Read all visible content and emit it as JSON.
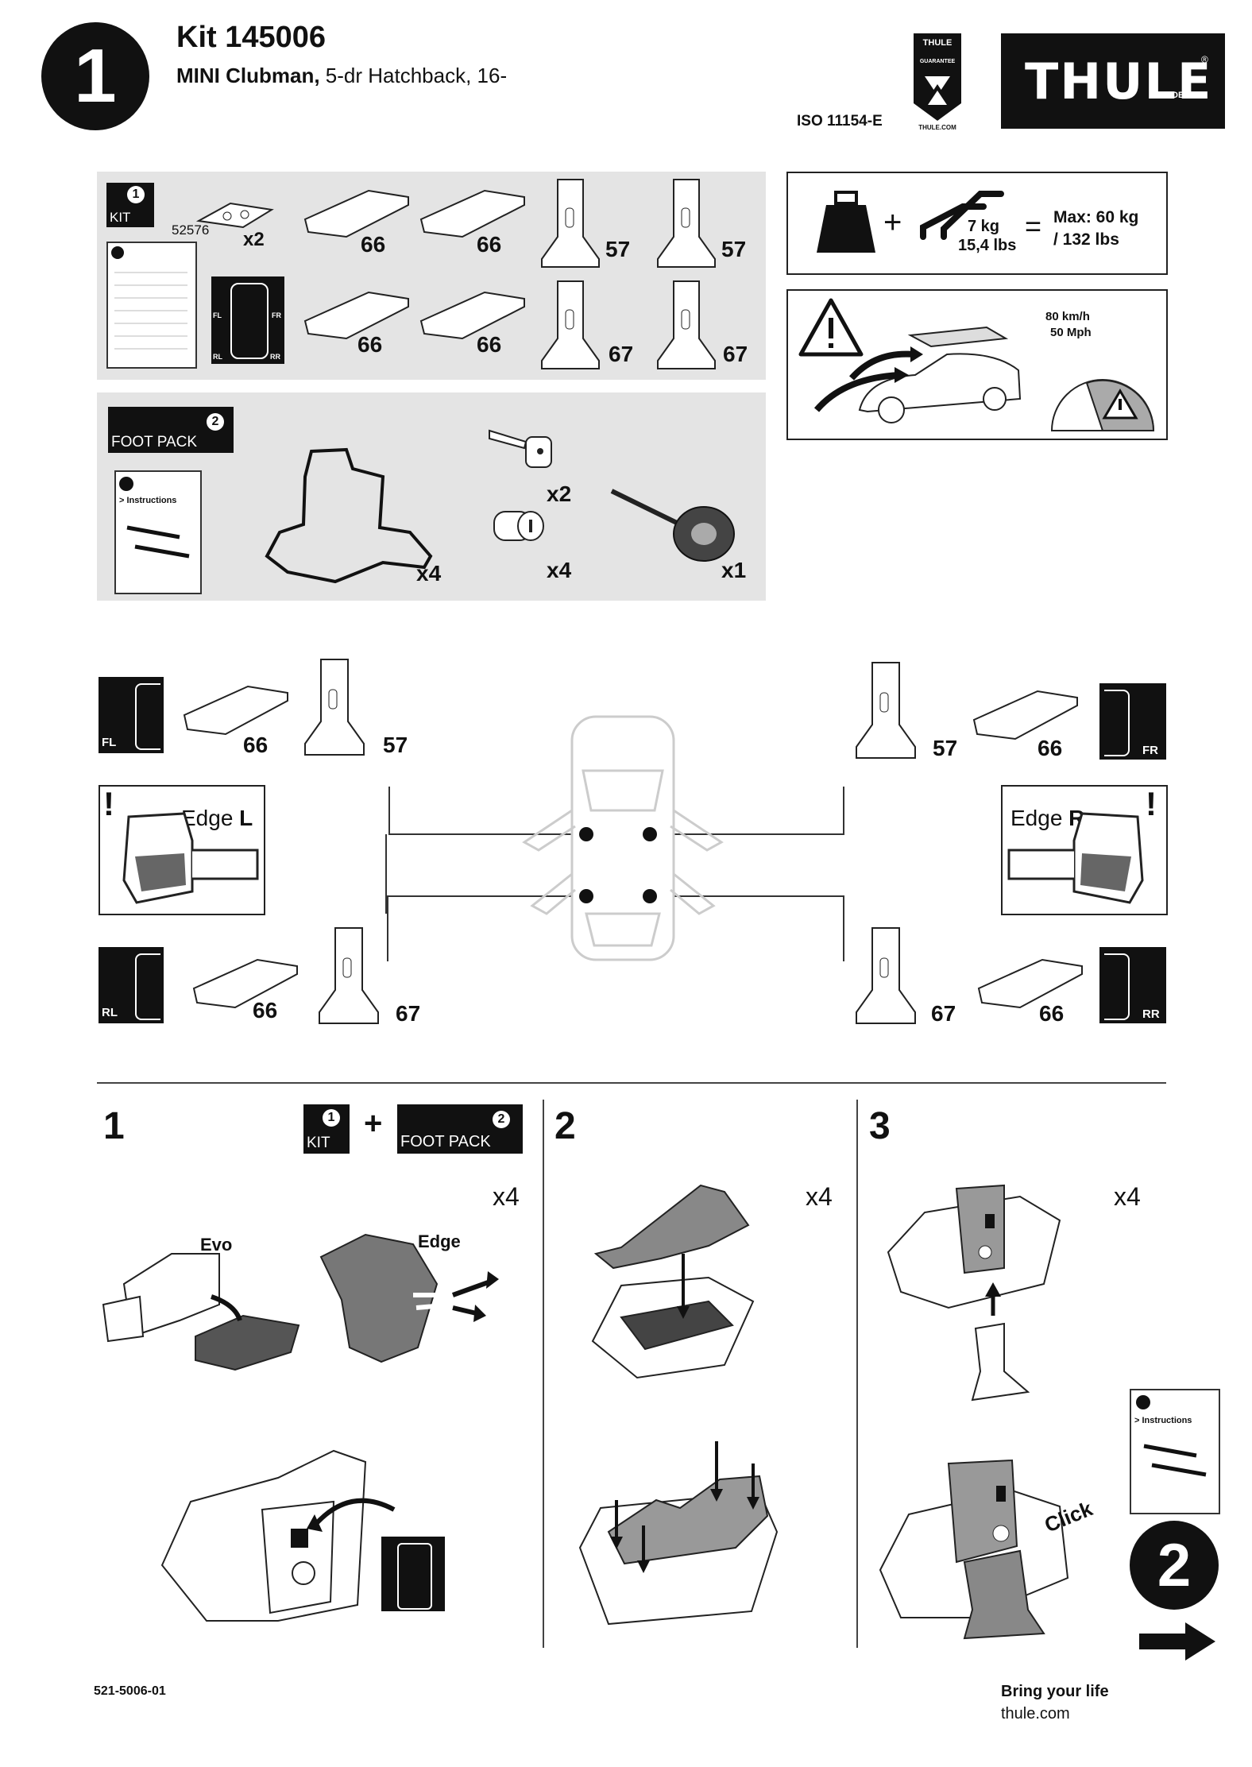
{
  "header": {
    "step_number": "1",
    "kit_title": "Kit 145006",
    "vehicle_model": "MINI Clubman,",
    "vehicle_desc": " 5-dr Hatchback, 16-",
    "iso": "ISO 11154-E",
    "guarantee_top": "THULE",
    "guarantee_mid": "GUARANTEE",
    "guarantee_url": "THULE.COM",
    "brand": "THULE",
    "brand_sub": "SWEDEN"
  },
  "kit_panel": {
    "kit_label": "KIT",
    "kit_num": "1",
    "part_number": "52576",
    "qty_tool": "x2",
    "pads": [
      "66",
      "66",
      "66",
      "66"
    ],
    "brackets_top": [
      "57",
      "57"
    ],
    "brackets_bottom": [
      "67",
      "67"
    ],
    "corner_labels": [
      "FL",
      "FR",
      "RL",
      "RR"
    ]
  },
  "foot_panel": {
    "label": "FOOT PACK",
    "num": "2",
    "instructions": "> Instructions",
    "qty_foot": "x4",
    "qty_key": "x2",
    "qty_lock": "x4",
    "qty_tool": "x1"
  },
  "load_box": {
    "weight_kg": "7 kg",
    "weight_lbs": "15,4 lbs",
    "equals": "=",
    "plus": "+",
    "max_kg": "Max: 60 kg",
    "max_lbs": "/ 132 lbs"
  },
  "speed_box": {
    "speed_kmh": "80 km/h",
    "speed_mph": "50 Mph"
  },
  "positions": {
    "fl": {
      "label": "FL",
      "pad": "66",
      "bracket": "57"
    },
    "fr": {
      "label": "FR",
      "pad": "66",
      "bracket": "57"
    },
    "rl": {
      "label": "RL",
      "pad": "66",
      "bracket": "67"
    },
    "rr": {
      "label": "RR",
      "pad": "66",
      "bracket": "67"
    },
    "edge_l": {
      "prefix": "Edge ",
      "side": "L"
    },
    "edge_r": {
      "prefix": "Edge ",
      "side": "R"
    }
  },
  "steps": {
    "s1": {
      "num": "1",
      "plus": "+",
      "kit": "KIT",
      "kit_num": "1",
      "foot": "FOOT PACK",
      "foot_num": "2",
      "qty": "x4",
      "evo": "Evo",
      "edge": "Edge"
    },
    "s2": {
      "num": "2",
      "qty": "x4"
    },
    "s3": {
      "num": "3",
      "qty": "x4",
      "click": "Click",
      "instructions": "> Instructions",
      "next": "2"
    }
  },
  "footer": {
    "doc_number": "521-5006-01",
    "tagline": "Bring your life",
    "url": "thule.com"
  }
}
